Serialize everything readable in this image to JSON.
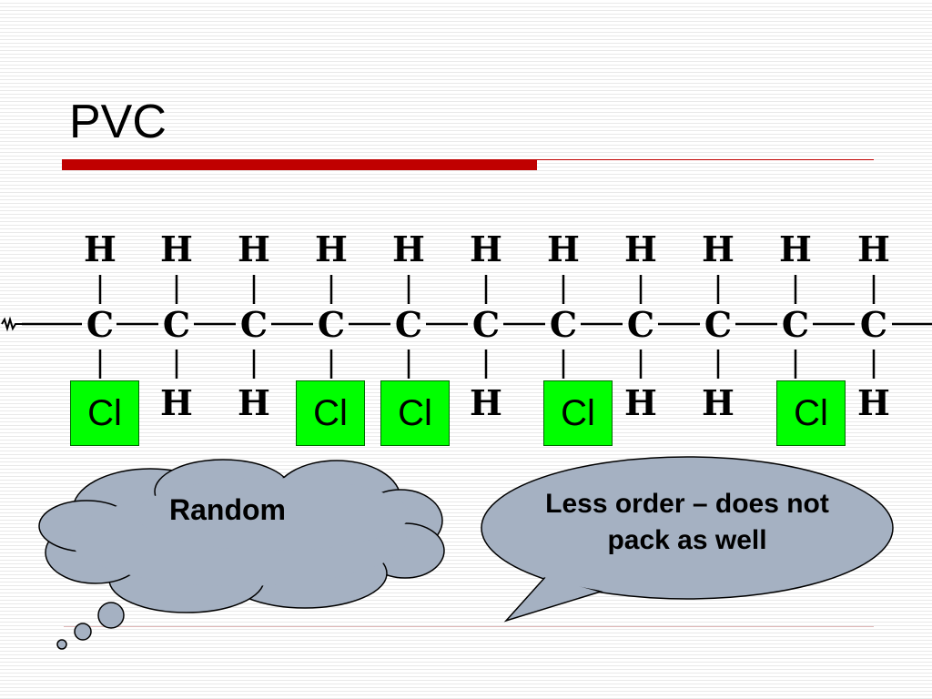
{
  "slide": {
    "title": "PVC"
  },
  "molecule": {
    "top_atoms": [
      "H",
      "H",
      "H",
      "H",
      "H",
      "H",
      "H",
      "H",
      "H",
      "H",
      "H"
    ],
    "backbone_atoms": [
      "C",
      "C",
      "C",
      "C",
      "C",
      "C",
      "C",
      "C",
      "C",
      "C",
      "C"
    ],
    "bottom_atoms": [
      "Cl",
      "H",
      "H",
      "Cl",
      "Cl",
      "H",
      "Cl",
      "H",
      "H",
      "Cl",
      "H"
    ]
  },
  "callouts": {
    "thought": "Random",
    "speech": "Less order – does not pack as well"
  },
  "colors": {
    "accent": "#c00000",
    "chlorine_highlight": "#00ff00",
    "callout_fill": "#a5b1c2"
  }
}
